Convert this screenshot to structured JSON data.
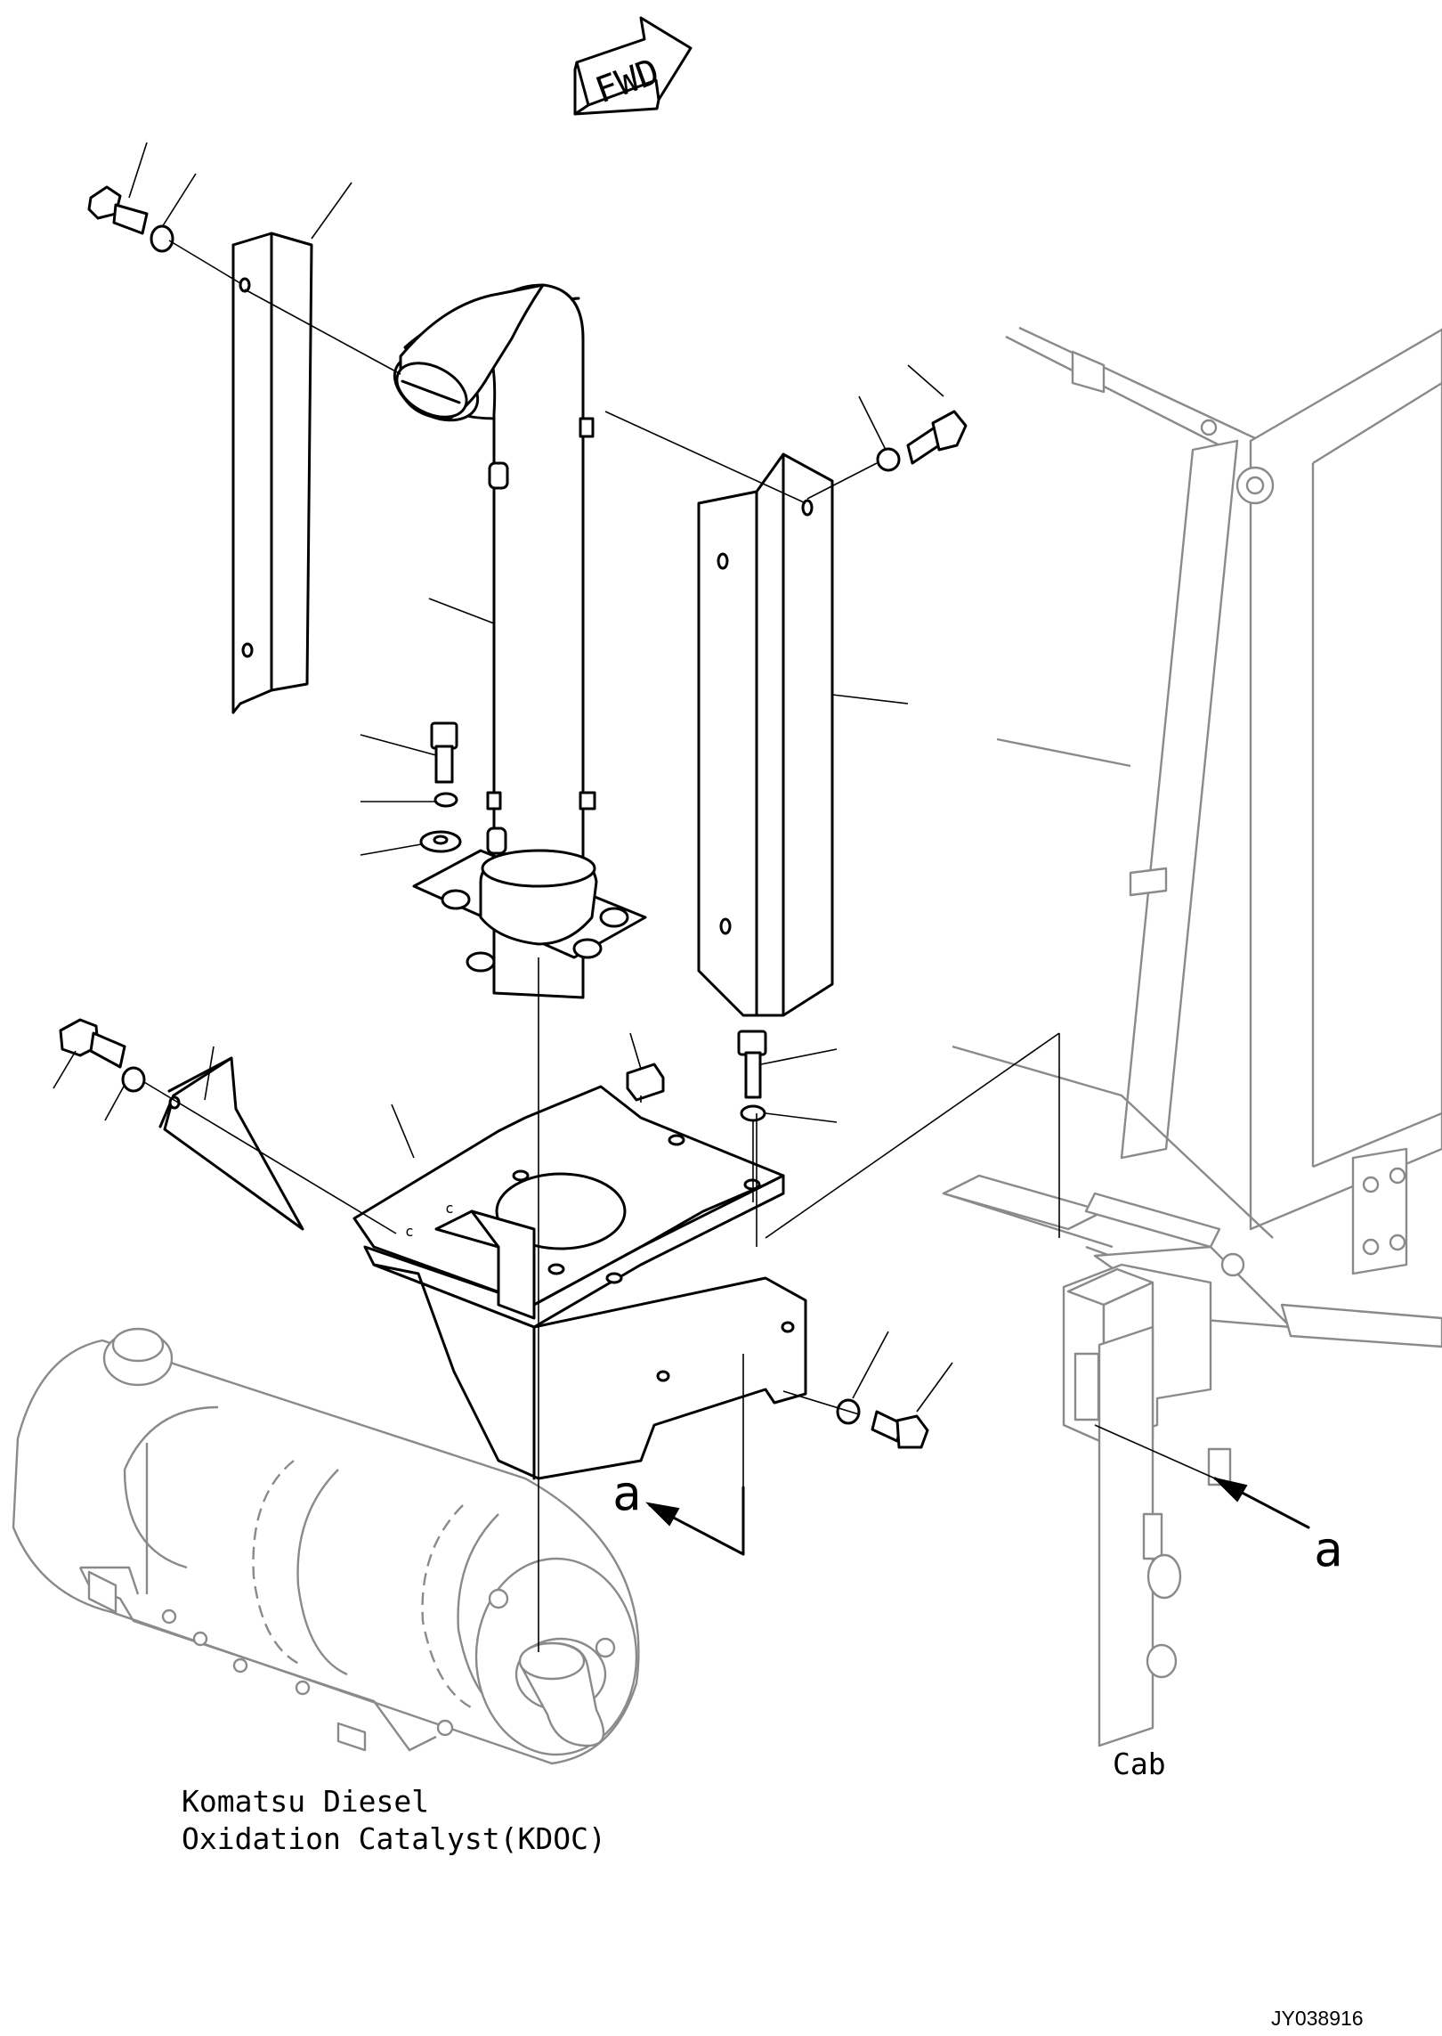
{
  "direction_label": "FWD",
  "view_marker": "a",
  "labels": {
    "kdoc_line1": "Komatsu Diesel",
    "kdoc_line2": "Oxidation Catalyst(KDOC)",
    "cab": "Cab"
  },
  "drawing_number": "JY038916"
}
